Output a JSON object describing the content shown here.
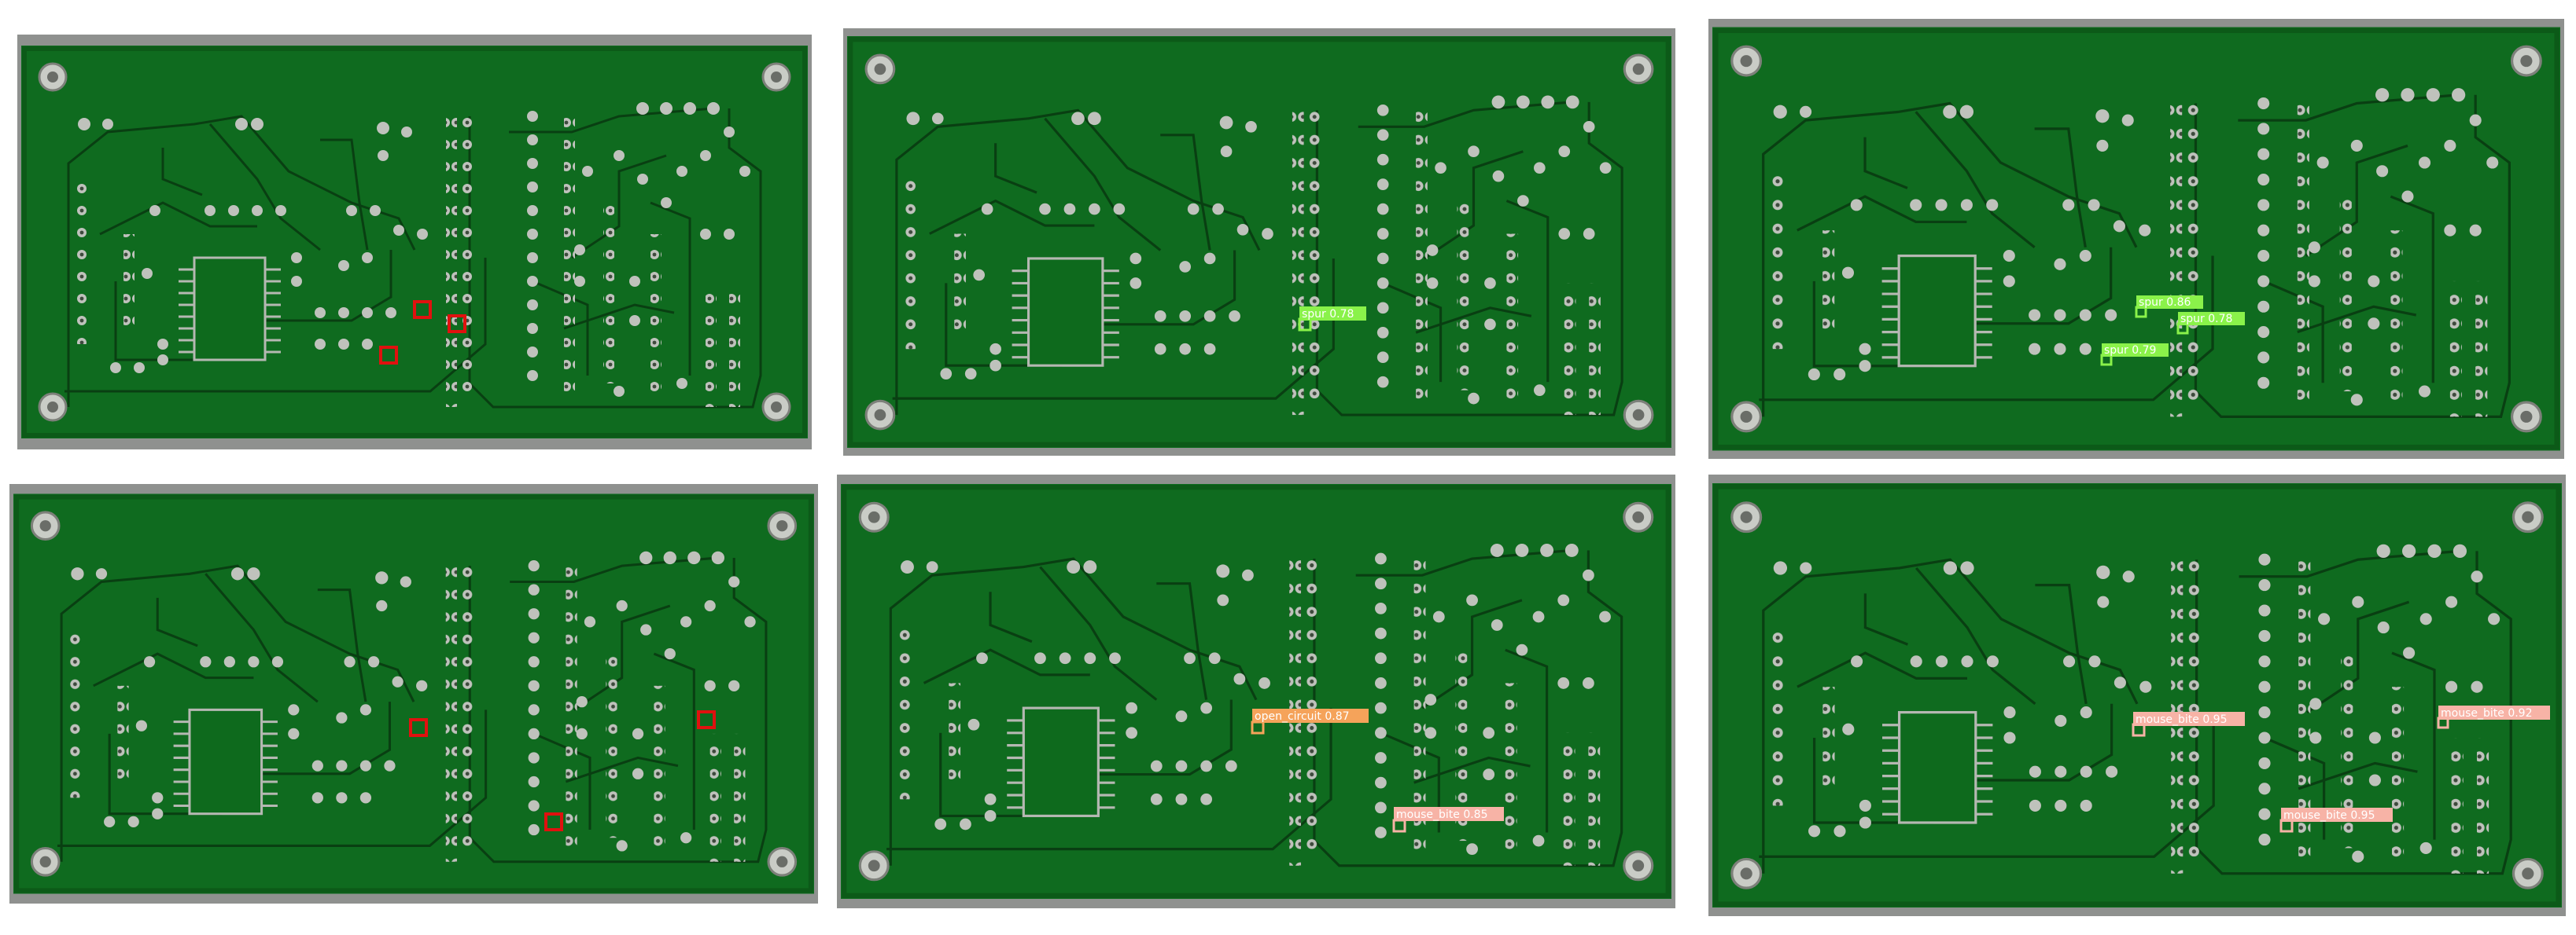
{
  "colors": {
    "board": "#0f6b1f",
    "board_dark": "#0c5a18",
    "trace": "#093f12",
    "pad": "#bfc2bc",
    "pad_hole": "#3e4a3d",
    "ground_truth_box": "#e0110f",
    "spur": "#8af24a",
    "open_circuit": "#f5a35a",
    "mouse_bite": "#f7b3a6"
  },
  "panels": [
    {
      "id": "top-left",
      "role": "ground_truth",
      "detections": []
    },
    {
      "id": "top-middle",
      "role": "prediction",
      "detections": [
        {
          "class": "spur",
          "score": "0.78",
          "label": "spur 0.78",
          "color": "spur"
        }
      ]
    },
    {
      "id": "top-right",
      "role": "prediction",
      "detections": [
        {
          "class": "spur",
          "score": "0.86",
          "label": "spur 0.86",
          "color": "spur"
        },
        {
          "class": "spur",
          "score": "0.78",
          "label": "spur 0.78",
          "color": "spur"
        },
        {
          "class": "spur",
          "score": "0.79",
          "label": "spur 0.79",
          "color": "spur"
        }
      ]
    },
    {
      "id": "bottom-left",
      "role": "ground_truth",
      "detections": []
    },
    {
      "id": "bottom-middle",
      "role": "prediction",
      "detections": [
        {
          "class": "open_circuit",
          "score": "0.87",
          "label": "open_circuit 0.87",
          "color": "open_circuit"
        },
        {
          "class": "mouse_bite",
          "score": "0.85",
          "label": "mouse_bite 0.85",
          "color": "mouse_bite"
        }
      ]
    },
    {
      "id": "bottom-right",
      "role": "prediction",
      "detections": [
        {
          "class": "mouse_bite",
          "score": "0.95",
          "label": "mouse_bite 0.95",
          "color": "mouse_bite"
        },
        {
          "class": "mouse_bite",
          "score": "0.92",
          "label": "mouse_bite 0.92",
          "color": "mouse_bite"
        },
        {
          "class": "mouse_bite",
          "score": "0.95",
          "label": "mouse_bite 0.95",
          "color": "mouse_bite"
        }
      ]
    }
  ]
}
